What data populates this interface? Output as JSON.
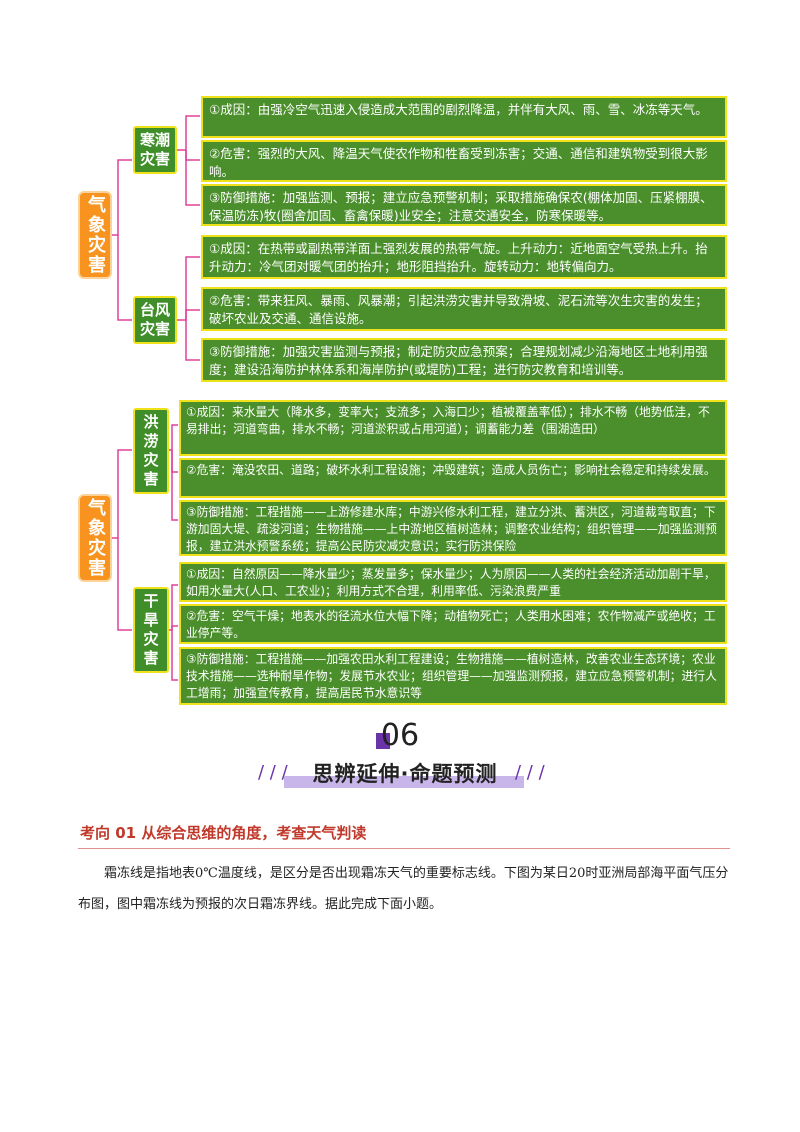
{
  "mindmap1": {
    "root": "气象灾害",
    "branches": [
      {
        "label": "寒潮灾害",
        "items": [
          "①成因：由强冷空气迅速入侵造成大范围的剧烈降温，并伴有大风、雨、雪、冰冻等天气。",
          "②危害：强烈的大风、降温天气使农作物和牲畜受到冻害；交通、通信和建筑物受到很大影响。",
          "③防御措施：加强监测、预报；建立应急预警机制；采取措施确保农(棚体加固、压紧棚膜、保温防冻)牧(圈舍加固、畜禽保暖)业安全；注意交通安全，防寒保暖等。"
        ]
      },
      {
        "label": "台风灾害",
        "items": [
          "①成因：在热带或副热带洋面上强烈发展的热带气旋。上升动力：近地面空气受热上升。抬升动力：冷气团对暖气团的抬升；地形阻挡抬升。旋转动力：地转偏向力。",
          "②危害：带来狂风、暴雨、风暴潮；引起洪涝灾害并导致滑坡、泥石流等次生灾害的发生；破坏农业及交通、通信设施。",
          "③防御措施：加强灾害监测与预报；制定防灾应急预案；合理规划减少沿海地区土地利用强度；建设沿海防护林体系和海岸防护(或堤防)工程；进行防灾教育和培训等。"
        ]
      }
    ]
  },
  "mindmap2": {
    "root": "气象灾害",
    "branches": [
      {
        "label": "洪涝灾害",
        "items": [
          "①成因：来水量大（降水多，变率大；支流多；入海口少；植被覆盖率低）；排水不畅（地势低洼，不易排出；河道弯曲，排水不畅；河道淤积或占用河道）；调蓄能力差（围湖造田）",
          "②危害：淹没农田、道路；破坏水利工程设施；冲毁建筑；造成人员伤亡；影响社会稳定和持续发展。",
          "③防御措施：工程措施——上游修建水库；中游兴修水利工程，建立分洪、蓄洪区，河道裁弯取直；下游加固大堤、疏浚河道；生物措施——上中游地区植树造林；调整农业结构；组织管理——加强监测预报，建立洪水预警系统；提高公民防灾减灾意识；实行防洪保险"
        ]
      },
      {
        "label": "干旱灾害",
        "items": [
          "①成因：自然原因——降水量少；蒸发量多；保水量少；人为原因——人类的社会经济活动加剧干旱，如用水量大(人口、工农业)；利用方式不合理，利用率低、污染浪费严重",
          "②危害：空气干燥；地表水的径流水位大幅下降；动植物死亡；人类用水困难；农作物减产或绝收；工业停产等。",
          "③防御措施：工程措施——加强农田水利工程建设；生物措施——植树造林，改善农业生态环境；农业技术措施——选种耐旱作物；发展节水农业；组织管理——加强监测预报，建立应急预警机制；进行人工增雨；加强宣传教育，提高居民节水意识等"
        ]
      }
    ]
  },
  "section": {
    "number": "06",
    "title": "思辨延伸·命题预测",
    "deco_left": "/ / /",
    "deco_right": "/ / /"
  },
  "kaoxiang": {
    "label": "考向 01  从综合思维的角度，考查天气判读"
  },
  "paragraph": "霜冻线是指地表0℃温度线，是区分是否出现霜冻天气的重要标志线。下图为某日20时亚洲局部海平面气压分布图，图中霜冻线为预报的次日霜冻界线。据此完成下面小题。",
  "colors": {
    "root": "#f7931e",
    "branch": "#3f8e2a",
    "leaf": "#4a8f2b",
    "leaf_border": "#f0e21a",
    "connector": "#e0409a",
    "accent_purple": "#6a33a8",
    "heading_red": "#c0392b"
  }
}
